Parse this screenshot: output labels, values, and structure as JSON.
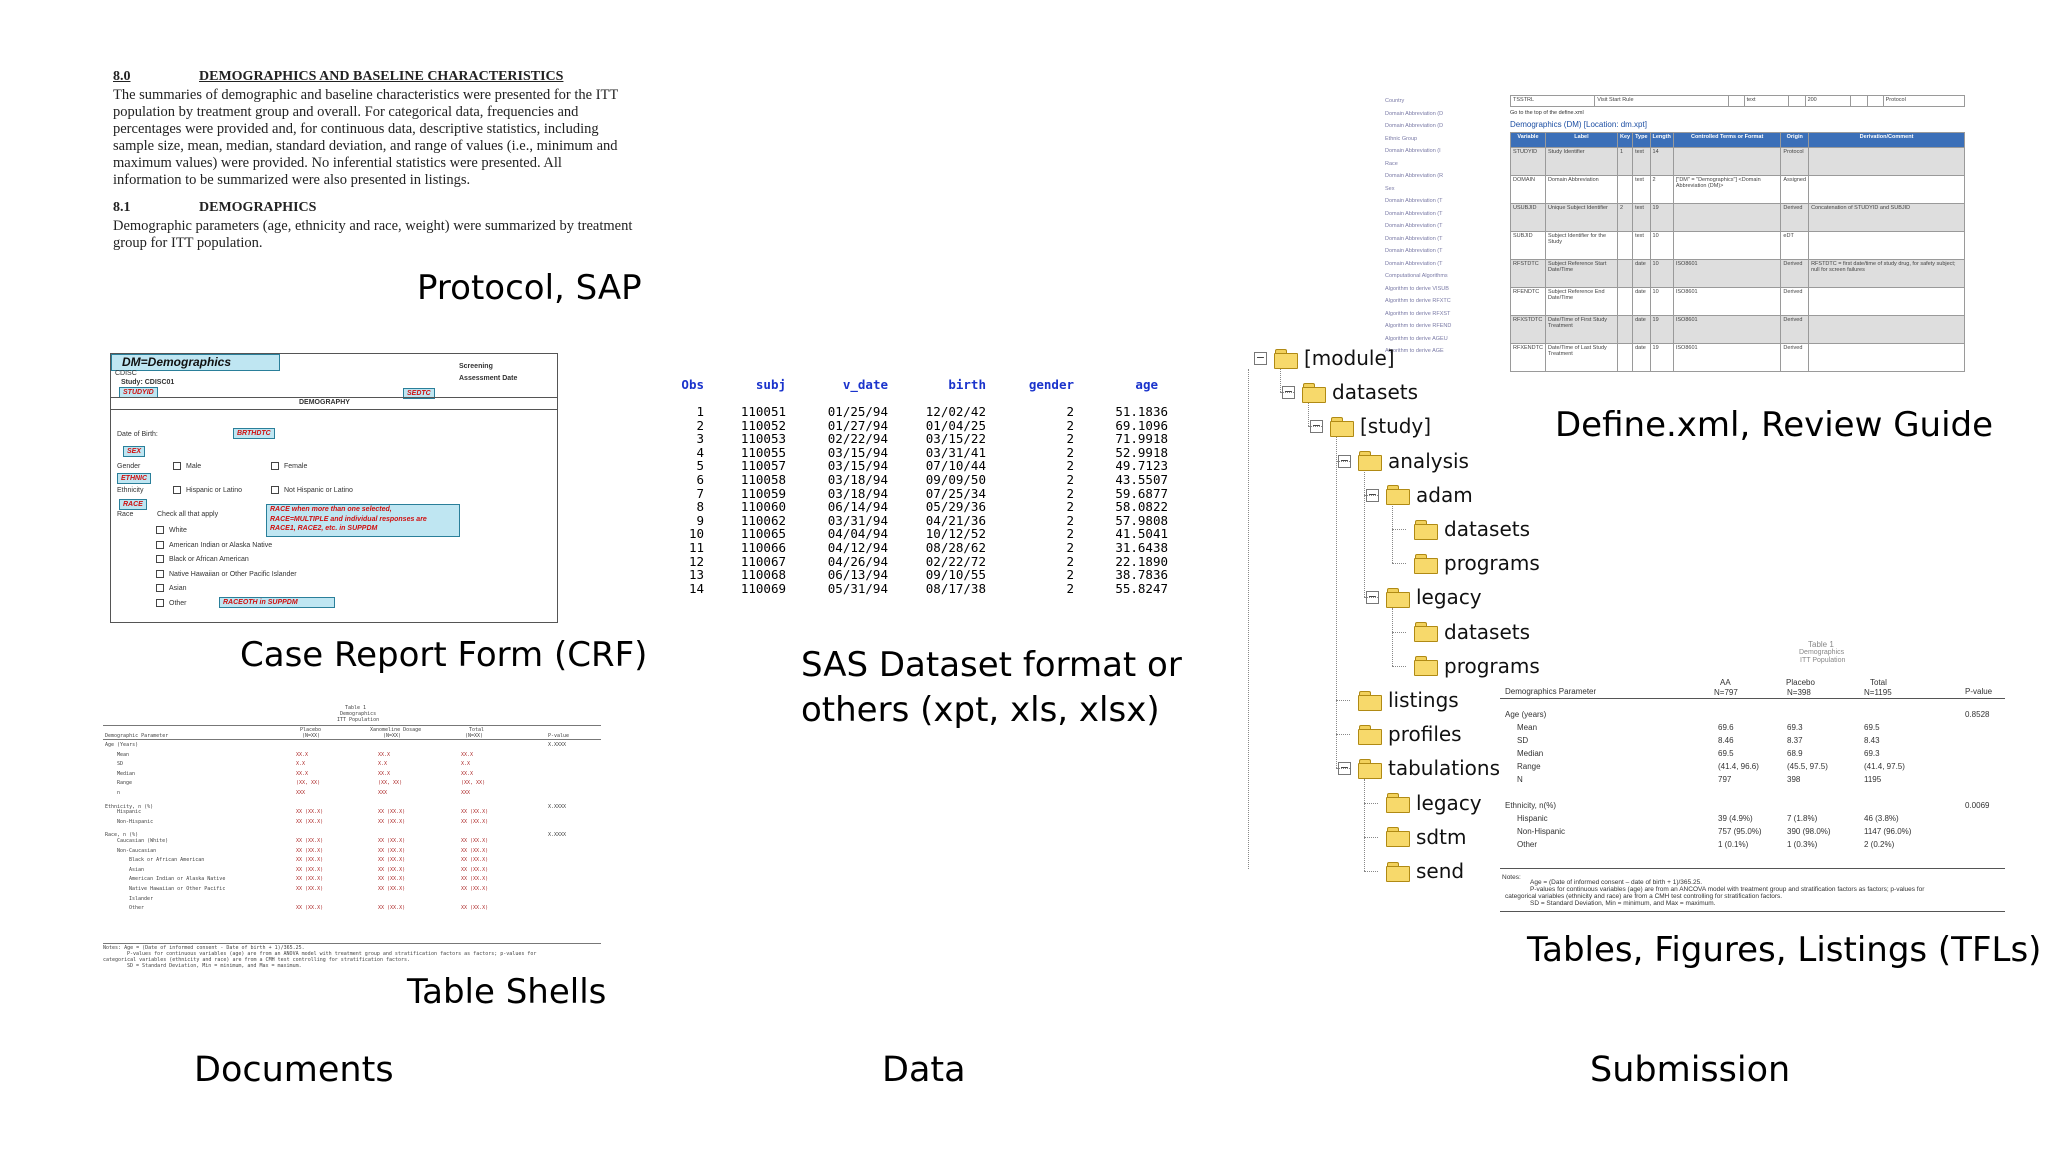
{
  "protocol": {
    "h1_num": "8.0",
    "h1_title": "DEMOGRAPHICS AND BASELINE CHARACTERISTICS",
    "p1": "The summaries of demographic and baseline characteristics were presented for the ITT population by treatment group and overall. For categorical data, frequencies and percentages were provided and, for continuous data, descriptive statistics, including sample size, mean, median, standard deviation, and range of values (i.e., minimum and maximum values) were provided. No inferential statistics were presented. All information to be summarized were also presented in listings.",
    "h2_num": "8.1",
    "h2_title": "DEMOGRAPHICS",
    "p2": "Demographic parameters (age, ethnicity and race, weight) were summarized by treatment group for ITT population.",
    "caption": "Protocol, SAP"
  },
  "crf": {
    "dm_tag": "DM=Demographics",
    "cdisc": "CDISC",
    "study": "Study: CDISC01",
    "studyid": "STUDYID",
    "screening": "Screening",
    "assess_date": "Assessment Date",
    "sedtc": "SEDTC",
    "demography": "DEMOGRAPHY",
    "dob": "Date of Birth:",
    "brthdtc": "BRTHDTC",
    "sex": "SEX",
    "gender": "Gender",
    "male": "Male",
    "female": "Female",
    "ethnic": "ETHNIC",
    "ethnicity": "Ethnicity",
    "hisp": "Hispanic or Latino",
    "nothisp": "Not Hispanic or Latino",
    "race": "RACE",
    "race_lbl": "Race",
    "check_all": "Check all that apply",
    "race_note1": "RACE    when more than one selected,",
    "race_note2": "RACE=MULTIPLE and individual responses are",
    "race_note3": "RACE1, RACE2, etc. in SUPPDM",
    "opts": [
      "White",
      "American Indian or Alaska Native",
      "Black or African American",
      "Native Hawaiian or Other Pacific Islander",
      "Asian",
      "Other"
    ],
    "raceoth": "RACEOTH   in SUPPDM",
    "caption": "Case Report Form (CRF)"
  },
  "shell": {
    "title1": "Table 1",
    "title2": "Demographics",
    "title3": "ITT Population",
    "col_param": "Demographic Parameter",
    "col1": "Placebo",
    "col1n": "(N=XX)",
    "col2": "Xanomeline Dosage",
    "col2n": "(N=XX)",
    "col3": "Total",
    "col3n": "(N=XX)",
    "col4": "P-value",
    "rows": [
      {
        "label": "Age (Years)",
        "indent": 0,
        "v": [
          "",
          "",
          ""
        ],
        "p": "X.XXXX"
      },
      {
        "label": "Mean",
        "indent": 1,
        "v": [
          "XX.X",
          "XX.X",
          "XX.X"
        ],
        "p": ""
      },
      {
        "label": "SD",
        "indent": 1,
        "v": [
          "X.X",
          "X.X",
          "X.X"
        ],
        "p": ""
      },
      {
        "label": "Median",
        "indent": 1,
        "v": [
          "XX.X",
          "XX.X",
          "XX.X"
        ],
        "p": ""
      },
      {
        "label": "Range",
        "indent": 1,
        "v": [
          "(XX, XX)",
          "(XX, XX)",
          "(XX, XX)"
        ],
        "p": ""
      },
      {
        "label": "n",
        "indent": 1,
        "v": [
          "XXX",
          "XXX",
          "XXX"
        ],
        "p": ""
      },
      {
        "label": "Ethnicity, n (%)",
        "indent": 0,
        "v": [
          "",
          "",
          ""
        ],
        "p": "X.XXXX"
      },
      {
        "label": "Hispanic",
        "indent": 1,
        "v": [
          "XX (XX.X)",
          "XX (XX.X)",
          "XX (XX.X)"
        ],
        "p": ""
      },
      {
        "label": "Non-Hispanic",
        "indent": 1,
        "v": [
          "XX (XX.X)",
          "XX (XX.X)",
          "XX (XX.X)"
        ],
        "p": ""
      },
      {
        "label": "Race, n (%)",
        "indent": 0,
        "v": [
          "",
          "",
          ""
        ],
        "p": "X.XXXX"
      },
      {
        "label": "Caucasian (White)",
        "indent": 1,
        "v": [
          "XX (XX.X)",
          "XX (XX.X)",
          "XX (XX.X)"
        ],
        "p": ""
      },
      {
        "label": "Non-Caucasian",
        "indent": 1,
        "v": [
          "XX (XX.X)",
          "XX (XX.X)",
          "XX (XX.X)"
        ],
        "p": ""
      },
      {
        "label": "Black or African American",
        "indent": 2,
        "v": [
          "XX (XX.X)",
          "XX (XX.X)",
          "XX (XX.X)"
        ],
        "p": ""
      },
      {
        "label": "Asian",
        "indent": 2,
        "v": [
          "XX (XX.X)",
          "XX (XX.X)",
          "XX (XX.X)"
        ],
        "p": ""
      },
      {
        "label": "American Indian or Alaska Native",
        "indent": 2,
        "v": [
          "XX (XX.X)",
          "XX (XX.X)",
          "XX (XX.X)"
        ],
        "p": ""
      },
      {
        "label": "Native Hawaiian or Other Pacific",
        "indent": 2,
        "v": [
          "XX (XX.X)",
          "XX (XX.X)",
          "XX (XX.X)"
        ],
        "p": ""
      },
      {
        "label": "Islander",
        "indent": 2,
        "v": [
          "",
          "",
          ""
        ],
        "p": ""
      },
      {
        "label": "Other",
        "indent": 2,
        "v": [
          "XX (XX.X)",
          "XX (XX.X)",
          "XX (XX.X)"
        ],
        "p": ""
      }
    ],
    "note1": "Notes: Age = (Date of informed consent - Date of birth + 1)/365.25.",
    "note2": "P-values for continuous variables (age) are from an ANOVA model with treatment group and stratification factors as factors; p-values for",
    "note3": "categorical variables (ethnicity and race) are from a CMH test controlling for stratification factors.",
    "note4": "SD = Standard Deviation, Min = minimum, and Max = maximum.",
    "caption": "Table Shells"
  },
  "sas": {
    "headers": [
      "Obs",
      "subj",
      "v_date",
      "birth",
      "gender",
      "age"
    ],
    "rows": [
      [
        "1",
        "110051",
        "01/25/94",
        "12/02/42",
        "2",
        "51.1836"
      ],
      [
        "2",
        "110052",
        "01/27/94",
        "01/04/25",
        "2",
        "69.1096"
      ],
      [
        "3",
        "110053",
        "02/22/94",
        "03/15/22",
        "2",
        "71.9918"
      ],
      [
        "4",
        "110055",
        "03/15/94",
        "03/31/41",
        "2",
        "52.9918"
      ],
      [
        "5",
        "110057",
        "03/15/94",
        "07/10/44",
        "2",
        "49.7123"
      ],
      [
        "6",
        "110058",
        "03/18/94",
        "09/09/50",
        "2",
        "43.5507"
      ],
      [
        "7",
        "110059",
        "03/18/94",
        "07/25/34",
        "2",
        "59.6877"
      ],
      [
        "8",
        "110060",
        "06/14/94",
        "05/29/36",
        "2",
        "58.0822"
      ],
      [
        "9",
        "110062",
        "03/31/94",
        "04/21/36",
        "2",
        "57.9808"
      ],
      [
        "10",
        "110065",
        "04/04/94",
        "10/12/52",
        "2",
        "41.5041"
      ],
      [
        "11",
        "110066",
        "04/12/94",
        "08/28/62",
        "2",
        "31.6438"
      ],
      [
        "12",
        "110067",
        "04/26/94",
        "02/22/72",
        "2",
        "22.1890"
      ],
      [
        "13",
        "110068",
        "06/13/94",
        "09/10/55",
        "2",
        "38.7836"
      ],
      [
        "14",
        "110069",
        "05/31/94",
        "08/17/38",
        "2",
        "55.8247"
      ]
    ],
    "caption_line1": "SAS Dataset format or",
    "caption_line2": "others (xpt, xls, xlsx)"
  },
  "define": {
    "top_row": [
      "TSSTRL",
      "Visit Start Rule",
      "",
      "text",
      "",
      "200",
      "",
      "",
      "Protocol"
    ],
    "to_top": "Go to the top of the define.xml",
    "ds_title": "Demographics (DM) [Location: dm.xpt]",
    "headers": [
      "Variable",
      "Label",
      "Key",
      "Type",
      "Length",
      "Controlled Terms or Format",
      "Origin",
      "Derivation/Comment"
    ],
    "rows": [
      [
        "STUDYID",
        "Study Identifier",
        "1",
        "text",
        "14",
        "",
        "Protocol",
        ""
      ],
      [
        "DOMAIN",
        "Domain Abbreviation",
        "",
        "text",
        "2",
        "[\"DM\" = \"Demographics\"] <Domain Abbreviation (DM)>",
        "Assigned",
        ""
      ],
      [
        "USUBJID",
        "Unique Subject Identifier",
        "2",
        "text",
        "19",
        "",
        "Derived",
        "Concatenation of STUDYID and SUBJID"
      ],
      [
        "SUBJID",
        "Subject Identifier for the Study",
        "",
        "text",
        "10",
        "",
        "eDT",
        ""
      ],
      [
        "RFSTDTC",
        "Subject Reference Start Date/Time",
        "",
        "date",
        "10",
        "ISO8601",
        "Derived",
        "RFSTDTC = first date/time of study drug, for safety subject; null for screen failures"
      ],
      [
        "RFENDTC",
        "Subject Reference End Date/Time",
        "",
        "date",
        "10",
        "ISO8601",
        "Derived",
        ""
      ],
      [
        "RFXSTDTC",
        "Date/Time of First Study Treatment",
        "",
        "date",
        "19",
        "ISO8601",
        "Derived",
        ""
      ],
      [
        "RFXENDTC",
        "Date/Time of Last Study Treatment",
        "",
        "date",
        "19",
        "ISO8601",
        "Derived",
        ""
      ]
    ],
    "nav": [
      "Country",
      "Domain Abbreviation (D",
      "Domain Abbreviation (D",
      "Ethnic Group",
      "Domain Abbreviation (I",
      "Race",
      "Domain Abbreviation (R",
      "Sex",
      "Domain Abbreviation (T",
      "Domain Abbreviation (T",
      "Domain Abbreviation (T",
      "Domain Abbreviation (T",
      "Domain Abbreviation (T",
      "Domain Abbreviation (T",
      "Computational Algorithms",
      "Algorithm to derive VISUB",
      "Algorithm to derive RFXTC",
      "Algorithm to derive RFXST",
      "Algorithm to derive RFEND",
      "Algorithm to derive AGEU",
      "Algorithm to derive AGE"
    ],
    "caption": "Define.xml, Review Guide"
  },
  "tree": {
    "nodes": [
      {
        "label": "[module]",
        "level": 0,
        "toggle": "−"
      },
      {
        "label": "datasets",
        "level": 1,
        "toggle": "−"
      },
      {
        "label": "[study]",
        "level": 2,
        "toggle": "−"
      },
      {
        "label": "analysis",
        "level": 3,
        "toggle": "−"
      },
      {
        "label": "adam",
        "level": 4,
        "toggle": "−"
      },
      {
        "label": "datasets",
        "level": 5,
        "toggle": ""
      },
      {
        "label": "programs",
        "level": 5,
        "toggle": ""
      },
      {
        "label": "legacy",
        "level": 4,
        "toggle": "−"
      },
      {
        "label": "datasets",
        "level": 5,
        "toggle": ""
      },
      {
        "label": "programs",
        "level": 5,
        "toggle": ""
      },
      {
        "label": "listings",
        "level": 3,
        "toggle": ""
      },
      {
        "label": "profiles",
        "level": 3,
        "toggle": ""
      },
      {
        "label": "tabulations",
        "level": 3,
        "toggle": "−"
      },
      {
        "label": "legacy",
        "level": 4,
        "toggle": ""
      },
      {
        "label": "sdtm",
        "level": 4,
        "toggle": ""
      },
      {
        "label": "send",
        "level": 4,
        "toggle": ""
      }
    ]
  },
  "tfl": {
    "title1": "Table 1",
    "title2": "Demographics",
    "title3": "ITT Population",
    "col_param": "Demographics Parameter",
    "col1": "AA",
    "col1n": "N=797",
    "col2": "Placebo",
    "col2n": "N=398",
    "col3": "Total",
    "col3n": "N=1195",
    "col4": "P-value",
    "rows": [
      {
        "label": "Age (years)",
        "indent": 0,
        "v": [
          "",
          "",
          ""
        ],
        "p": "0.8528"
      },
      {
        "label": "Mean",
        "indent": 1,
        "v": [
          "69.6",
          "69.3",
          "69.5"
        ],
        "p": ""
      },
      {
        "label": "SD",
        "indent": 1,
        "v": [
          "8.46",
          "8.37",
          "8.43"
        ],
        "p": ""
      },
      {
        "label": "Median",
        "indent": 1,
        "v": [
          "69.5",
          "68.9",
          "69.3"
        ],
        "p": ""
      },
      {
        "label": "Range",
        "indent": 1,
        "v": [
          "(41.4, 96.6)",
          "(45.5, 97.5)",
          "(41.4, 97.5)"
        ],
        "p": ""
      },
      {
        "label": "N",
        "indent": 1,
        "v": [
          "797",
          "398",
          "1195"
        ],
        "p": ""
      },
      {
        "label": "",
        "indent": 0,
        "v": [
          "",
          "",
          ""
        ],
        "p": ""
      },
      {
        "label": "Ethnicity, n(%)",
        "indent": 0,
        "v": [
          "",
          "",
          ""
        ],
        "p": "0.0069"
      },
      {
        "label": "Hispanic",
        "indent": 1,
        "v": [
          "39 (4.9%)",
          "7 (1.8%)",
          "46 (3.8%)"
        ],
        "p": ""
      },
      {
        "label": "Non-Hispanic",
        "indent": 1,
        "v": [
          "757 (95.0%)",
          "390 (98.0%)",
          "1147 (96.0%)"
        ],
        "p": ""
      },
      {
        "label": "Other",
        "indent": 1,
        "v": [
          "1 (0.1%)",
          "1 (0.3%)",
          "2 (0.2%)"
        ],
        "p": ""
      }
    ],
    "notes_label": "Notes:",
    "note1": "Age = (Date of informed consent – date of birth + 1)/365.25.",
    "note2": "P-values for continuous variables (age) are from an ANCOVA model with treatment group and stratification factors as factors; p-values for",
    "note3": "categorical variables (ethnicity and race) are from a CMH test controlling for stratification factors.",
    "note4": "SD = Standard Deviation, Min = minimum, and Max = maximum.",
    "caption": "Tables, Figures, Listings (TFLs)"
  },
  "sections": {
    "documents": "Documents",
    "data": "Data",
    "submission": "Submission"
  }
}
